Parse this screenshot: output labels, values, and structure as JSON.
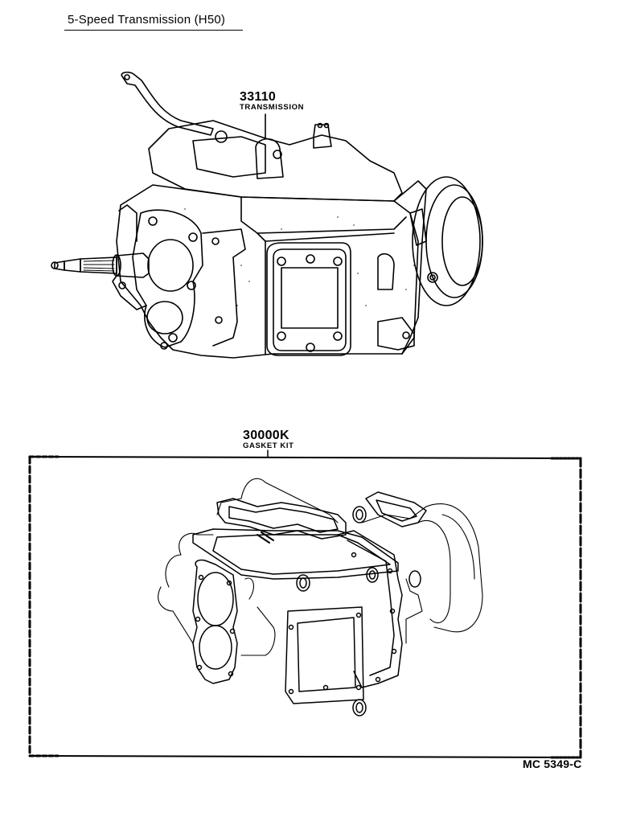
{
  "diagram": {
    "title": "5-Speed Transmission (H50)",
    "figure_code": "MC 5349-C",
    "parts": [
      {
        "part_number": "33110",
        "name": "TRANSMISSION"
      },
      {
        "part_number": "30000K",
        "name": "GASKET KIT"
      }
    ],
    "colors": {
      "line": "#000000",
      "background": "#ffffff"
    }
  }
}
